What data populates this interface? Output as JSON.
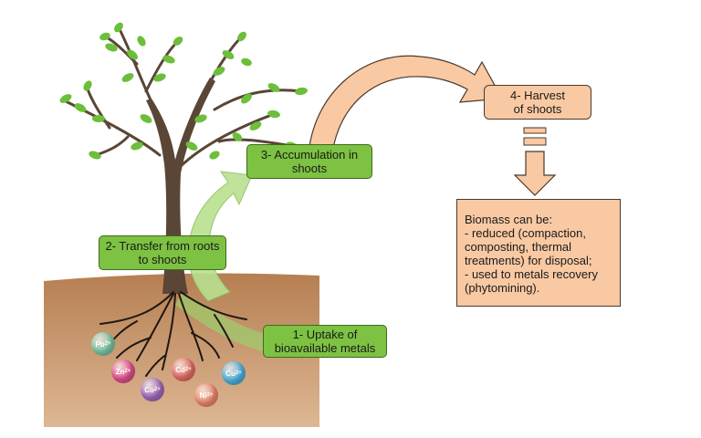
{
  "steps": {
    "uptake": "1- Uptake of\nbioavailable metals",
    "transfer": "2- Transfer from roots\nto shoots",
    "accumulation": "3- Accumulation in\nshoots",
    "harvest": "4- Harvest\nof shoots"
  },
  "biomass": {
    "heading": "Biomass can be:",
    "items": [
      "- reduced (compaction,\ncomposting, thermal\ntreatments) for disposal;",
      "- used to metals recovery\n(phytomining)."
    ]
  },
  "ions": [
    {
      "symbol": "Pb",
      "charge": "2+",
      "color": "#7fc9a8"
    },
    {
      "symbol": "Zn",
      "charge": "2+",
      "color": "#e4508f"
    },
    {
      "symbol": "Cd",
      "charge": "2+",
      "color": "#e8706a"
    },
    {
      "symbol": "Cu",
      "charge": "2+",
      "color": "#4fb3e0"
    },
    {
      "symbol": "Co",
      "charge": "2+",
      "color": "#a46cc0"
    },
    {
      "symbol": "Ni",
      "charge": "2+",
      "color": "#f08a70"
    }
  ],
  "colors": {
    "soil": "#c08a5e",
    "label_green": "#7dc242",
    "label_peach": "#f9c9a3",
    "arrow_green": "#b9e08f",
    "arrow_peach": "#f9c9a3",
    "trunk": "#5a4636",
    "leaf": "#6cbf3a"
  }
}
